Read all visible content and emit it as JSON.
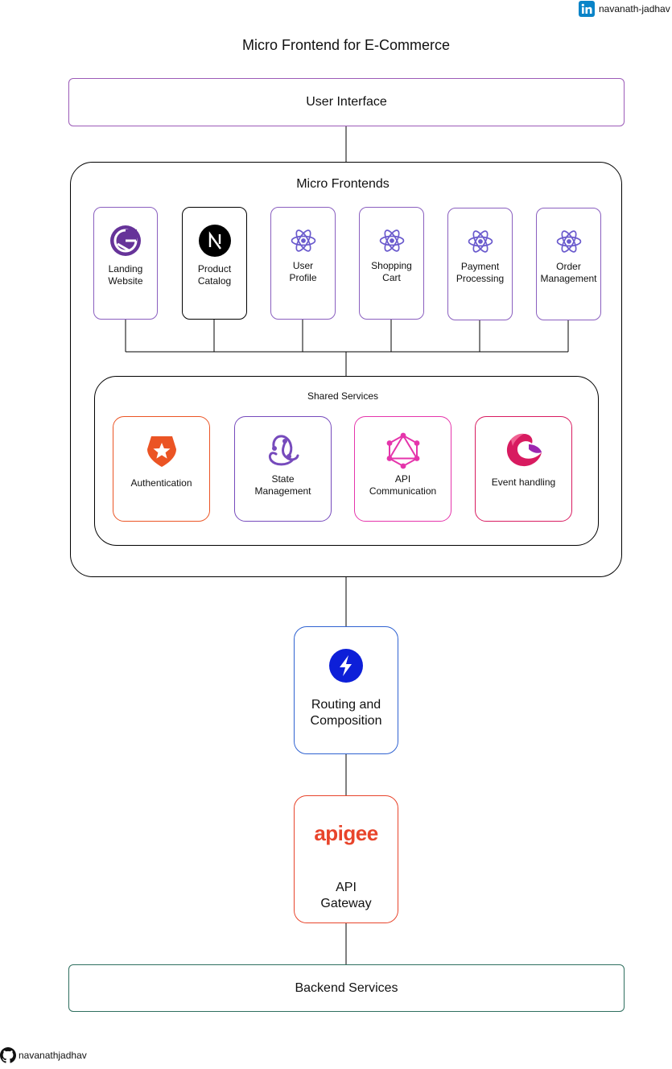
{
  "header": {
    "linkedin_handle": "navanath-jadhav",
    "title": "Micro Frontend for E-Commerce"
  },
  "user_interface": {
    "label": "User Interface"
  },
  "micro_frontends": {
    "title": "Micro Frontends",
    "items": [
      {
        "label": "Landing\nWebsite",
        "icon": "gatsby-icon",
        "color": "#663399"
      },
      {
        "label": "Product\nCatalog",
        "icon": "nextjs-icon",
        "color": "#000000"
      },
      {
        "label": "User\nProfile",
        "icon": "react-icon",
        "color": "#6A5ACD"
      },
      {
        "label": "Shopping\nCart",
        "icon": "react-icon",
        "color": "#6A5ACD"
      },
      {
        "label": "Payment\nProcessing",
        "icon": "react-icon",
        "color": "#6A5ACD"
      },
      {
        "label": "Order\nManagement",
        "icon": "react-icon",
        "color": "#6A5ACD"
      }
    ]
  },
  "shared_services": {
    "title": "Shared Services",
    "items": [
      {
        "label": "Authentication",
        "icon": "auth0-icon",
        "color": "#EB5424"
      },
      {
        "label": "State\nManagement",
        "icon": "redux-icon",
        "color": "#764ABC"
      },
      {
        "label": "API\nCommunication",
        "icon": "graphql-icon",
        "color": "#E535AB"
      },
      {
        "label": "Event handling",
        "icon": "rxjs-icon",
        "color": "#D81B60"
      }
    ]
  },
  "routing": {
    "label": "Routing and\nComposition",
    "icon": "lightning-icon",
    "color": "#0D1FD8"
  },
  "gateway": {
    "logo_text": "apigee",
    "label": "API\nGateway",
    "color": "#E8442B"
  },
  "backend": {
    "label": "Backend Services"
  },
  "footer": {
    "github_handle": "navanathjadhav"
  }
}
